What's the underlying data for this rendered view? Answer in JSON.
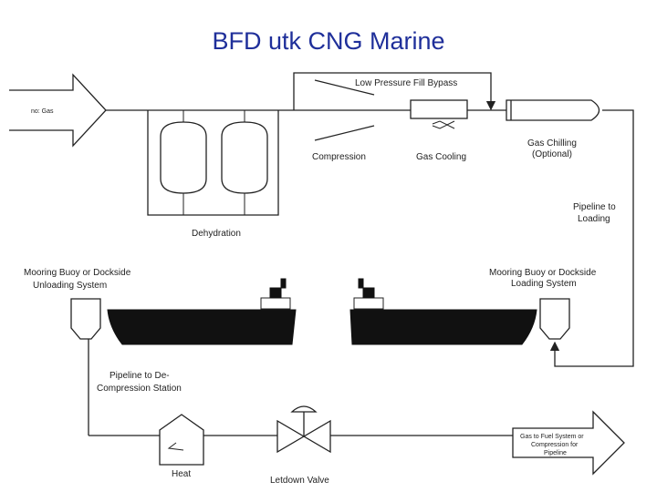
{
  "title": "BFD utk CNG Marine",
  "labels": {
    "inlet_gas": "no: Gas",
    "bypass": "Low Pressure Fill Bypass",
    "compression": "Compression",
    "gas_cooling": "Gas Cooling",
    "gas_chilling_1": "Gas Chilling",
    "gas_chilling_2": "(Optional)",
    "pipeline_loading_1": "Pipeline to",
    "pipeline_loading_2": "Loading",
    "dehydration": "Dehydration",
    "unloading_1": "Mooring Buoy or Dockside",
    "unloading_2": "Unloading System",
    "loading_1": "Mooring Buoy or Dockside",
    "loading_2": "Loading System",
    "decompression_1": "Pipeline to De-",
    "decompression_2": "Compression Station",
    "heat": "Heat",
    "letdown": "Letdown Valve",
    "fuel_1": "Gas to Fuel System or",
    "fuel_2": "Compression for",
    "fuel_3": "Pipeline"
  }
}
